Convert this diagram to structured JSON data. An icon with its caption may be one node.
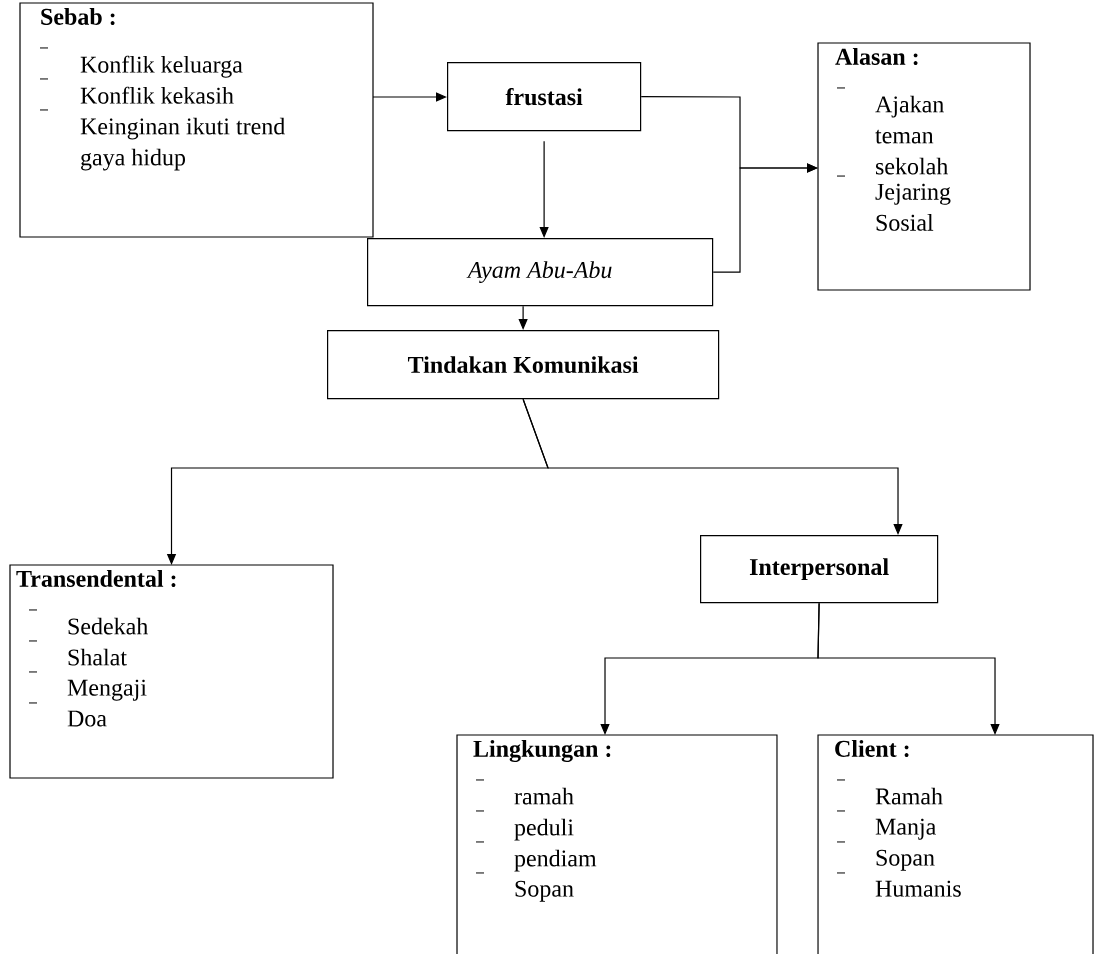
{
  "diagram": {
    "nodes": [
      {
        "text": [
          "Sebab :",
          "Konflik keluarga",
          "Konflik kekasih",
          "Keinginan ikuti trend gaya hidup"
        ]
      },
      {
        "text": [
          "frustasi"
        ]
      },
      {
        "text": [
          "Alasan :",
          "Ajakan teman sekolah",
          "Jejaring Sosial"
        ]
      },
      {
        "text": [
          "Ayam Abu-Abu"
        ]
      },
      {
        "text": [
          "Tindakan Komunikasi"
        ]
      },
      {
        "text": [
          "Transendental :",
          "Sedekah",
          "Shalat",
          "Mengaji",
          "Doa"
        ]
      },
      {
        "text": [
          "Interpersonal"
        ]
      },
      {
        "text": [
          "Lingkungan :",
          "ramah",
          "peduli",
          "pendiam",
          "Sopan"
        ]
      },
      {
        "text": [
          "Client :",
          "Ramah",
          "Manja",
          "Sopan",
          "Humanis"
        ]
      }
    ],
    "edges": [
      {
        "from": 0,
        "to": 1,
        "arrow": "to"
      },
      {
        "from": 1,
        "to": 3,
        "arrow": "to"
      },
      {
        "from": 1,
        "to": 2,
        "arrow": "to"
      },
      {
        "from": 3,
        "to": 2,
        "arrow": "to"
      },
      {
        "from": 3,
        "to": 4,
        "arrow": "to"
      },
      {
        "from": 4,
        "to": 5,
        "arrow": "to"
      },
      {
        "from": 4,
        "to": 6,
        "arrow": "to"
      },
      {
        "from": 6,
        "to": 7,
        "arrow": "to"
      },
      {
        "from": 6,
        "to": 8,
        "arrow": "to"
      }
    ]
  }
}
